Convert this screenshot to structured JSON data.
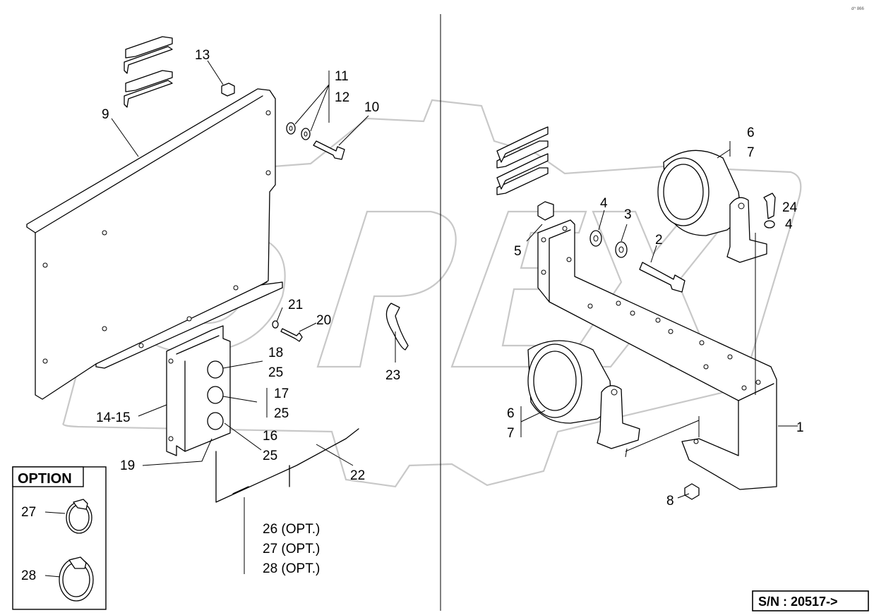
{
  "corner_tag": "d^ 866",
  "serial": "S/N : 20517->",
  "option": {
    "header": "OPTION",
    "labels": [
      "27",
      "28"
    ]
  },
  "callouts": {
    "c1": "1",
    "c2": "2",
    "c3": "3",
    "c4a": "4",
    "c4b": "4",
    "c5": "5",
    "c6a": "6",
    "c7a": "7",
    "c6b": "6",
    "c7b": "7",
    "c8": "8",
    "c9": "9",
    "c10": "10",
    "c11": "11",
    "c12": "12",
    "c13": "13",
    "c14": "14-15",
    "c16": "16",
    "c17": "17",
    "c18": "18",
    "c19": "19",
    "c20": "20",
    "c21": "21",
    "c22": "22",
    "c23": "23",
    "c24": "24",
    "c25a": "25",
    "c25b": "25",
    "c25c": "25",
    "c26": "26 (OPT.)",
    "c27": "27 (OPT.)",
    "c28": "28 (OPT.)"
  }
}
